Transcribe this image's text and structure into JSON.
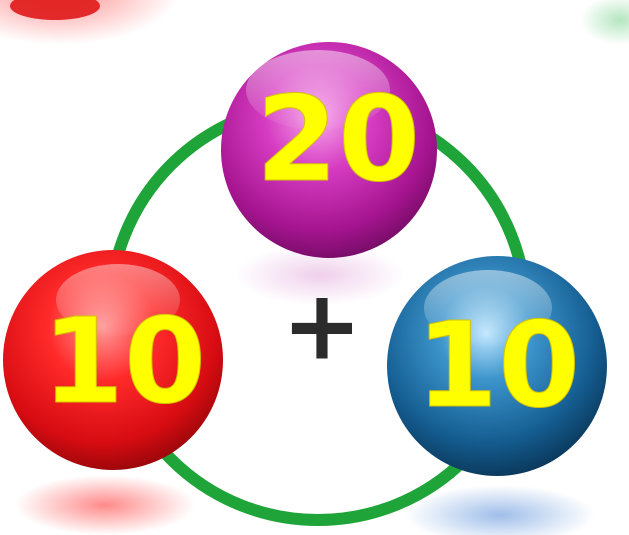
{
  "diagram": {
    "operator": "+",
    "top": {
      "value": "20"
    },
    "left": {
      "value": "10"
    },
    "right": {
      "value": "10"
    }
  },
  "colors": {
    "ring": "#1fa43a",
    "number_fill": "#ffff00",
    "operator": "#2b2b2b",
    "top_ball": "#b0189a",
    "left_ball": "#e3101a",
    "right_ball": "#1c6aa0"
  }
}
